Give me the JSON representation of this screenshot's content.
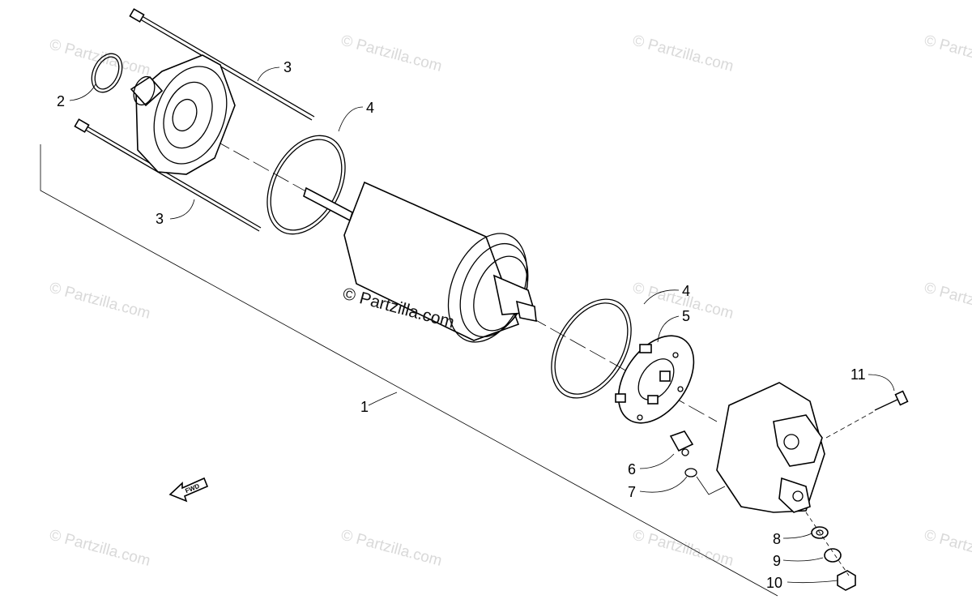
{
  "watermarks": {
    "repeat_text": "© Partzilla.com",
    "center_text": "© Partzilla.com"
  },
  "fwd_label": "FWD",
  "callouts": [
    {
      "id": "c1",
      "text": "1"
    },
    {
      "id": "c2",
      "text": "2"
    },
    {
      "id": "c3a",
      "text": "3"
    },
    {
      "id": "c3b",
      "text": "3"
    },
    {
      "id": "c4a",
      "text": "4"
    },
    {
      "id": "c4b",
      "text": "4"
    },
    {
      "id": "c5",
      "text": "5"
    },
    {
      "id": "c6",
      "text": "6"
    },
    {
      "id": "c7",
      "text": "7"
    },
    {
      "id": "c8",
      "text": "8"
    },
    {
      "id": "c9",
      "text": "9"
    },
    {
      "id": "c10",
      "text": "10"
    },
    {
      "id": "c11",
      "text": "11"
    }
  ]
}
